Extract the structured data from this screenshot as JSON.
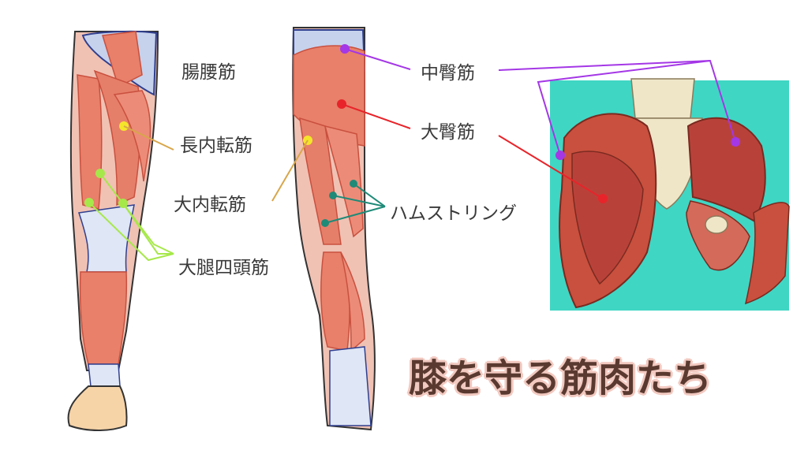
{
  "title": "膝を守る筋肉たち",
  "labels": {
    "iliopsoas": "腸腰筋",
    "adductor_longus": "長内転筋",
    "adductor_magnus": "大内転筋",
    "quadriceps": "大腿四頭筋",
    "gluteus_medius": "中臀筋",
    "gluteus_maximus": "大臀筋",
    "hamstrings": "ハムストリング"
  },
  "colors": {
    "muscle": "#e8806a",
    "muscle_dark": "#c9503e",
    "tendon": "#dfe6f5",
    "outline": "#2f3f8f",
    "skin": "#f7d4a8",
    "teal_bg": "#3fd6c4",
    "bone": "#efe6c8",
    "yellow_marker": "#f5e52a",
    "green_marker": "#a6e84a",
    "red_marker": "#e8242a",
    "purple_marker": "#a437e6",
    "teal_marker": "#1f8a78",
    "gold_line": "#d8a64a",
    "title_text": "#5a3a30",
    "title_glow": "#f2c9c0"
  }
}
